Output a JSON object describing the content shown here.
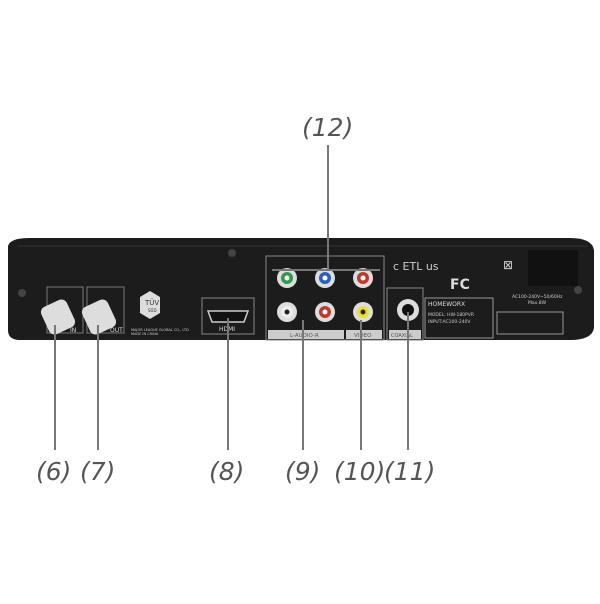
{
  "callouts": [
    "(6)",
    "(7)",
    "(8)",
    "(9)",
    "(10)",
    "(11)",
    "(12)"
  ],
  "panel": {
    "rf_in": "IN",
    "rf_out": "OUT",
    "tuv": "TÜV",
    "tuv_sub": "SÜD",
    "maker": "MAJOR LEAGUE GLOBAL CO., LTD",
    "origin": "MADE IN CHINA",
    "hdmi": "HDMI",
    "audio": "L-AUDIO-R",
    "video": "VIDEO",
    "coaxial": "COAXIAL",
    "etl": "c ETL us",
    "fcc": "FC",
    "brand": "HOMEWORX",
    "model": "MODEL: HW-180PVR",
    "input": "INPUT:AC100-240V",
    "power": "AC100-240V~50/60Hz",
    "max_power": "Max.8W"
  },
  "colors": {
    "body": "#1c1c1c",
    "callout": "#555555",
    "jack_green": "#2e9a4a",
    "jack_blue": "#2a5ec0",
    "jack_red": "#c0392b",
    "jack_yellow": "#e8e030"
  }
}
